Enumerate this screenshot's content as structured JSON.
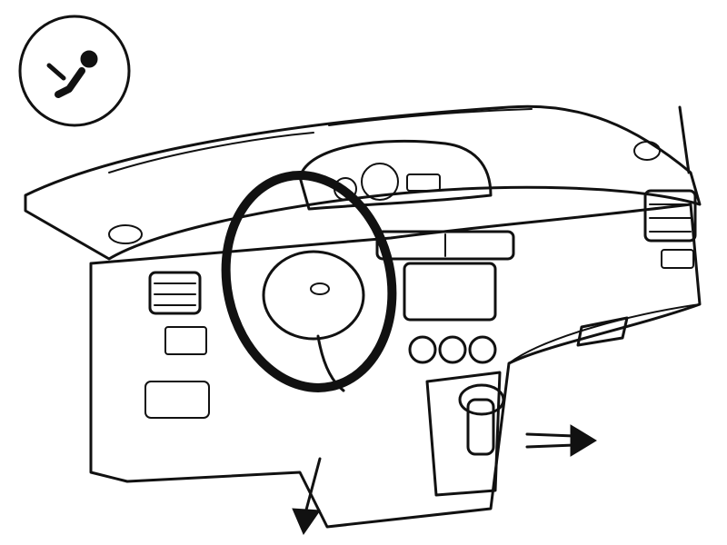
{
  "figure": {
    "kind": "line-art",
    "subject": "vehicle-instrument-panel",
    "ink_color": "#111111",
    "paper_color": "#ffffff"
  },
  "symbol": {
    "icon": "seated-occupant-icon"
  },
  "indicators": {
    "airflow_arrows": [
      {
        "direction": "down"
      },
      {
        "direction": "right"
      }
    ]
  }
}
